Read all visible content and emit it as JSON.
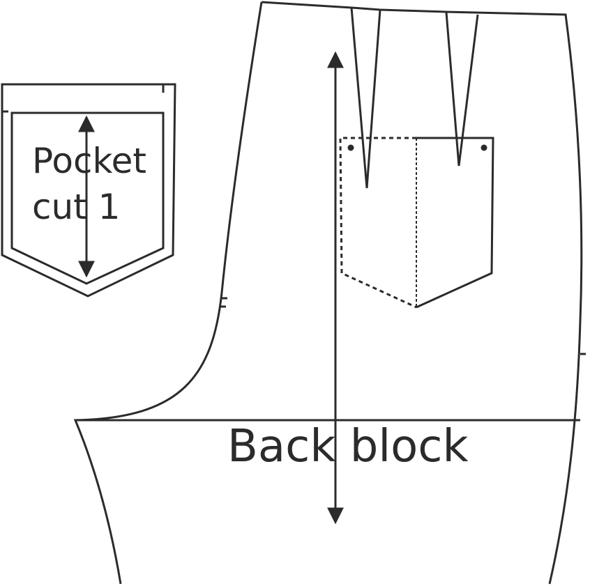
{
  "colors": {
    "ink": "#2b2b2b",
    "background": "#ffffff"
  },
  "pocket_piece": {
    "label_line1": "Pocket",
    "label_line2": "cut 1"
  },
  "back_block": {
    "label": "Back block"
  }
}
